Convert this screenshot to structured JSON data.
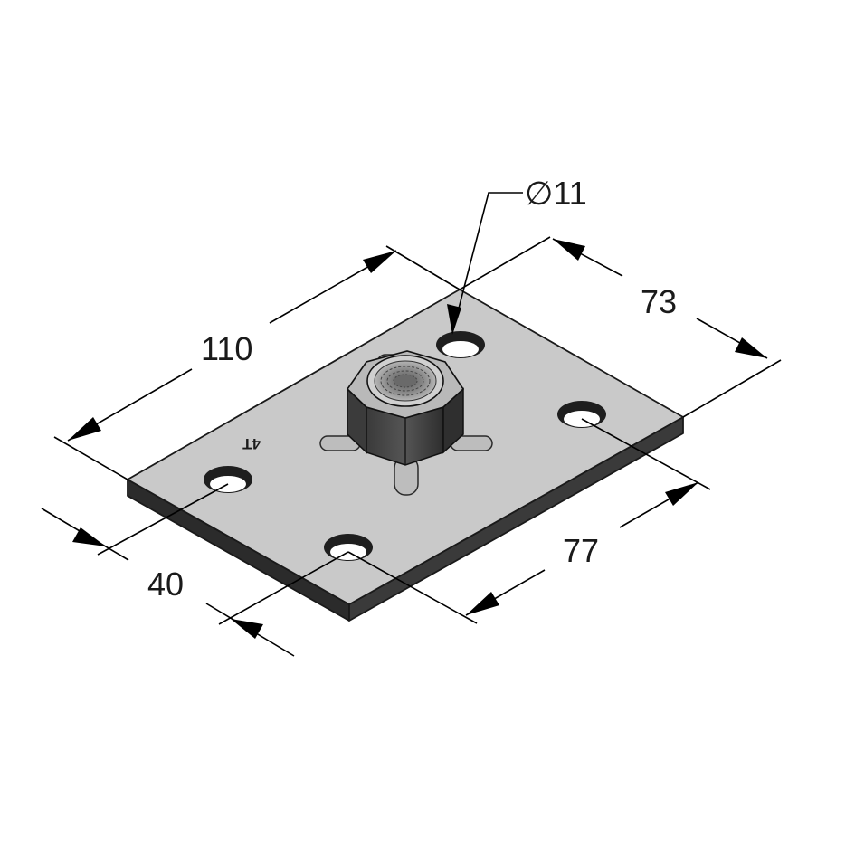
{
  "dimensions": {
    "length": "110",
    "width": "73",
    "hole_diameter": "∅11",
    "hole_spacing_long": "77",
    "hole_spacing_short": "40"
  },
  "marking": "4T"
}
